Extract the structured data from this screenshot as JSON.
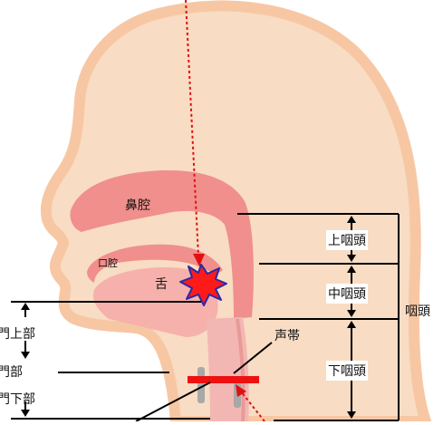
{
  "diagram": {
    "labels": {
      "nasal_cavity": "鼻腔",
      "oral_cavity": "口腔",
      "tongue": "舌",
      "vocal_cords": "声帯",
      "epipharynx": "上咽頭",
      "mesopharynx": "中咽頭",
      "hypopharynx": "下咽頭",
      "pharynx": "咽頭",
      "glottis_upper": "門上部",
      "glottis": "門部",
      "glottis_lower": "門下部"
    },
    "colors": {
      "skin_outline": "#f7c7a4",
      "skin_fill": "#f8dcc4",
      "cavity": "#f08f8c",
      "cavity_light": "#f6b1ac",
      "lesion": "#ff1a1a",
      "lesion_outline": "#2a2aa8",
      "pointer": "#e01010",
      "cord_bar": "#ee1111",
      "lines": "#000000"
    },
    "icons": [
      "tumor-burst-icon"
    ]
  }
}
